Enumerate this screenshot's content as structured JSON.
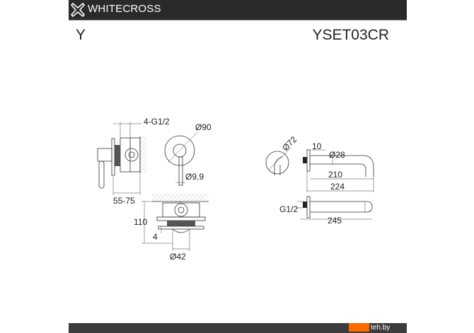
{
  "header": {
    "brand": "WHITECROSS",
    "logo_icon": "cross-x-logo-icon"
  },
  "series": "Y",
  "model": "YSET03CR",
  "dimensions": {
    "thread_inlets": "4-G1/2",
    "plate_diameter": "Ø90",
    "stem_diameter": "Ø9,9",
    "depth_range": "55-75",
    "height": "110",
    "offset": "4",
    "body_diameter": "Ø42",
    "spout_plate_diameter": "Ø72",
    "spout_offset": "10",
    "spout_diameter": "Ø28",
    "spout_length": "210",
    "spout_total": "224",
    "spout_thread": "G1/2",
    "spout_overall": "245"
  },
  "watermark": "teh.by",
  "colors": {
    "header": "#2b2a29",
    "watermark": "#ff6a00"
  }
}
